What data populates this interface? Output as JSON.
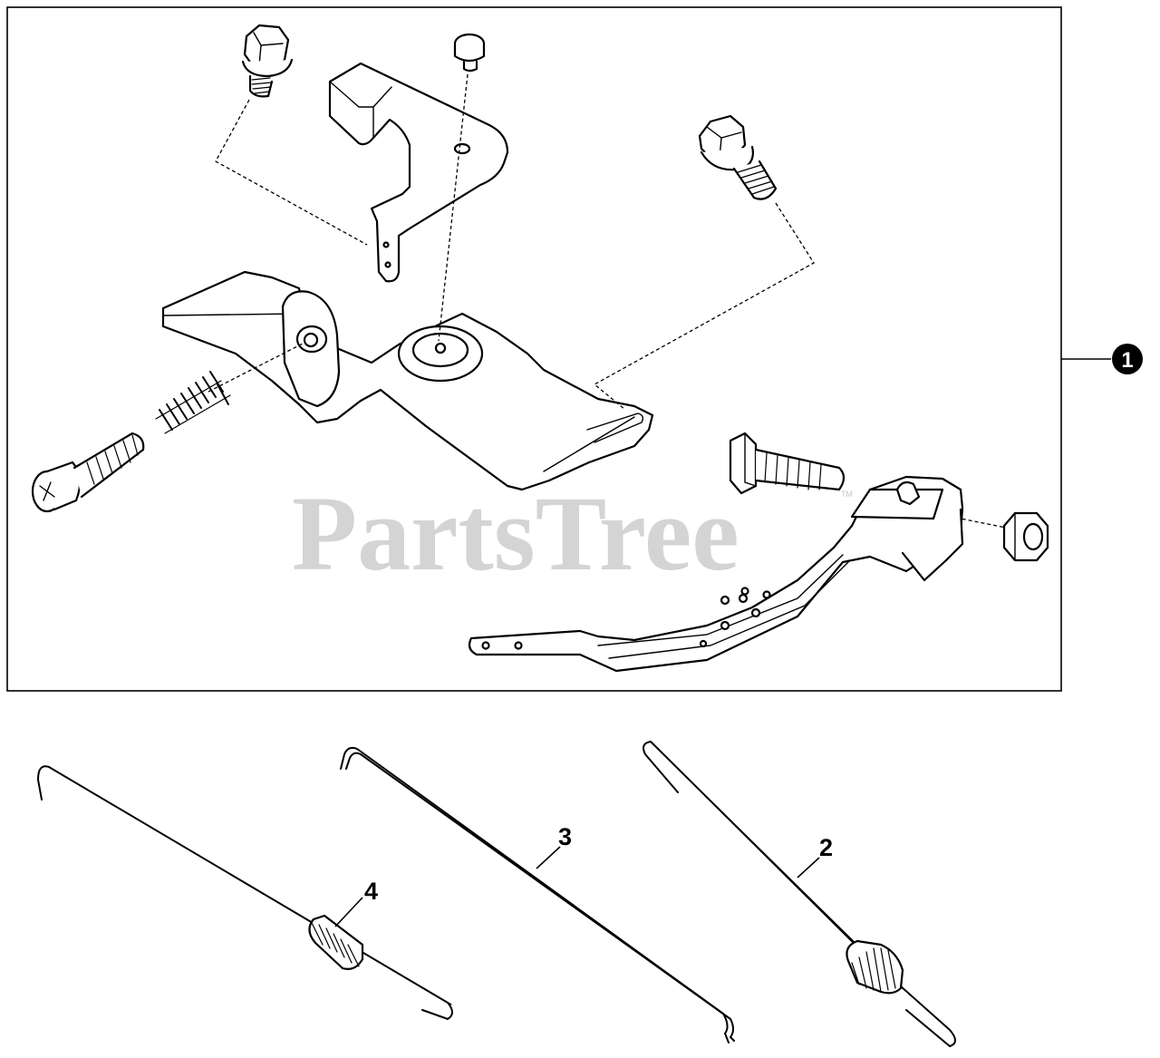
{
  "watermark": {
    "text": "PartsTree",
    "tm": "TM"
  },
  "callouts": {
    "kit": "1",
    "spring_rod": "2",
    "rod": "3",
    "bushing_rod": "4"
  },
  "colors": {
    "line": "#000000",
    "watermark": "#d4d4d4",
    "background": "#ffffff"
  }
}
